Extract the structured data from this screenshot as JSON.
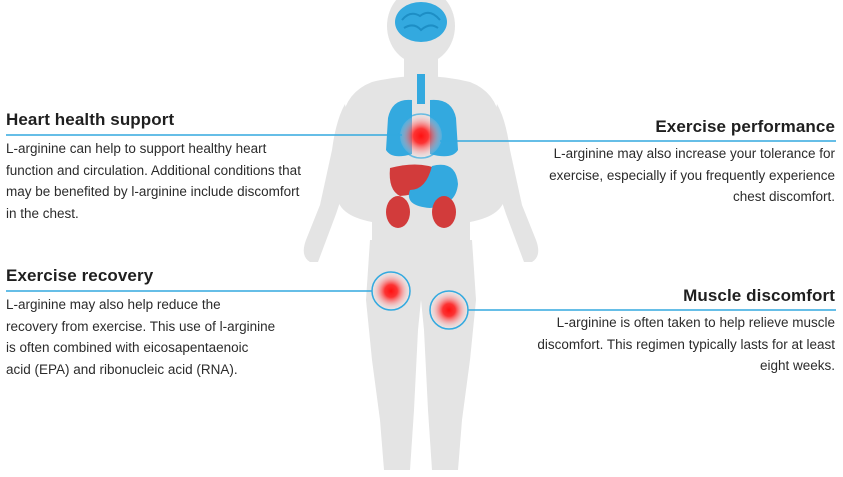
{
  "callouts": {
    "heart": {
      "title": "Heart health support",
      "body": "L-arginine can help to support healthy heart function and circulation. Additional conditions that may be benefited by l-arginine include discomfort in the chest."
    },
    "recovery": {
      "title": "Exercise recovery",
      "body": "L-arginine may also help reduce the recovery from exercise. This use of l-arginine is often combined with eicosapentaenoic acid (EPA) and ribonucleic acid (RNA)."
    },
    "performance": {
      "title": "Exercise performance",
      "body": "L-arginine may also increase your tolerance for exercise, especially if you frequently experience chest discomfort."
    },
    "muscle": {
      "title": "Muscle discomfort",
      "body": "L-arginine is often taken to help relieve muscle discomfort. This regimen typically lasts for at least eight weeks."
    }
  },
  "colors": {
    "body_silhouette": "#e4e4e4",
    "organ_blue": "#33a9df",
    "organ_red": "#d23b3b",
    "hotspot_red": "#ff1f1f",
    "leader_line": "#33a9df"
  }
}
